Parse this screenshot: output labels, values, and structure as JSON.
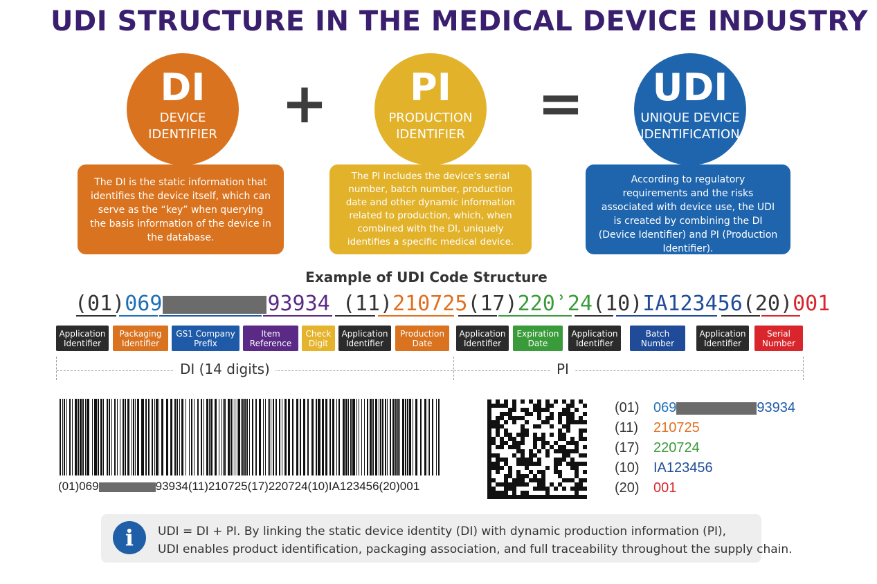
{
  "title": "UDI STRUCTURE IN THE MEDICAL DEVICE INDUSTRY",
  "colors": {
    "title": "#3a1f6e",
    "di": "#d9731f",
    "pi": "#e2b22a",
    "udi": "#1f65ae",
    "ai": "#2b2b2b",
    "gs1": "#1e5aa8",
    "item": "#5a2a86",
    "check": "#e5b32c",
    "expiration": "#3a9b3a",
    "batch": "#1f4b98",
    "serial": "#d8262c"
  },
  "equation": {
    "plus": "+",
    "equals": "=",
    "di": {
      "abbr": "DI",
      "name_line1": "DEVICE",
      "name_line2": "IDENTIFIER",
      "description": "The DI is the static information that identifies the device itself, which can serve as the “key” when querying the basis information of the device in the database."
    },
    "pi": {
      "abbr": "PI",
      "name_line1": "PRODUCTION",
      "name_line2": "IDENTIFIER",
      "description": "The PI includes the device's serial number, batch number, production date and other dynamic information related to production, which, when combined with the DI, uniquely identifies a specific medical device."
    },
    "udi": {
      "abbr": "UDI",
      "name_line1": "UNIQUE DEVICE",
      "name_line2": "IDENTIFICATION",
      "description": "According to regulatory requirements and the risks associated with device use, the UDI is created by combining the DI (Device Identifier) and PI (Production Identifier)."
    }
  },
  "example": {
    "title": "Example of UDI Code Structure",
    "code": {
      "ai01": "(01)",
      "packaging": "069",
      "item_ref": "93934",
      "ai11": "(11)",
      "prod_date": "210725",
      "ai17": "(17)",
      "exp_date": "220ʾ24",
      "ai10": "(10)",
      "batch": "IA123456",
      "ai20": "(20)",
      "serial": "001"
    },
    "labels": [
      {
        "text": "Application Identifier",
        "color": "#2b2b2b"
      },
      {
        "text": "Packaging Identifier",
        "color": "#d9731f"
      },
      {
        "text": "GS1 Company Prefix",
        "color": "#1e5aa8"
      },
      {
        "text": "Item Reference",
        "color": "#5a2a86"
      },
      {
        "text": "Check Digit",
        "color": "#e5b32c"
      },
      {
        "text": "Application Identifier",
        "color": "#2b2b2b"
      },
      {
        "text": "Production Date",
        "color": "#d9731f"
      },
      {
        "text": "Application Identifier",
        "color": "#2b2b2b"
      },
      {
        "text": "Expiration Date",
        "color": "#3a9b3a"
      },
      {
        "text": "Application Identifier",
        "color": "#2b2b2b"
      },
      {
        "text": "Batch Number",
        "color": "#1f4b98"
      },
      {
        "text": "Application Identifier",
        "color": "#2b2b2b"
      },
      {
        "text": "Serial Number",
        "color": "#d8262c"
      }
    ],
    "di_section": "DI (14 digits)",
    "pi_section": "PI"
  },
  "barcode": {
    "icon": "linear-barcode-icon",
    "text_prefix": "(01)069",
    "text_suffix": "93934(11)210725(17)220724(10)IA123456(20)001"
  },
  "datamatrix": {
    "icon": "datamatrix-code-icon",
    "rows": [
      {
        "ai": "(01)",
        "value": "069",
        "value_end": "93934"
      },
      {
        "ai": "(11)",
        "value": "210725",
        "value_end": ""
      },
      {
        "ai": "(17)",
        "value": "220724",
        "value_end": ""
      },
      {
        "ai": "(10)",
        "value": "IA123456",
        "value_end": ""
      },
      {
        "ai": "(20)",
        "value": "001",
        "value_end": ""
      }
    ]
  },
  "info": {
    "icon": "info-icon",
    "icon_glyph": "i",
    "line1": "UDI = DI + PI. By linking the static device identity (DI) with dynamic production information (PI),",
    "line2": "UDI enables product identification, packaging association, and full traceability throughout the supply chain."
  }
}
